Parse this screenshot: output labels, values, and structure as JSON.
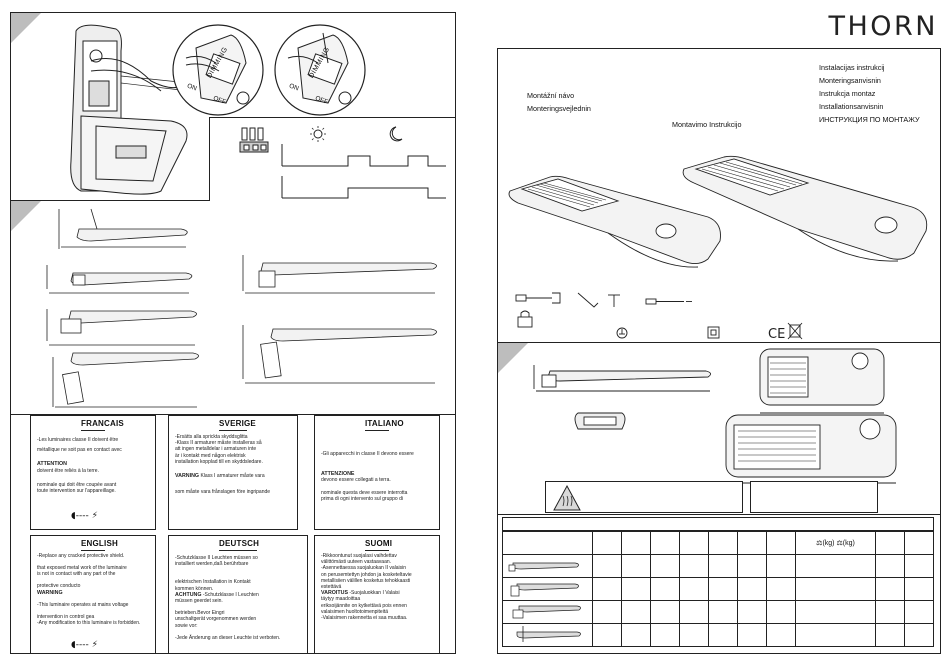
{
  "brand": "THORN",
  "titles": {
    "right": [
      "Instalacijas instrukcij",
      "Monteringsanvisnin",
      "Instrukcja montaz",
      "Installationsanvisnin",
      "ИНСТРУКЦИЯ ПО МОНТАЖУ"
    ],
    "left": [
      "Montážní návo",
      "Monteringsvejlednin"
    ],
    "mid": "Montavimo Instrukcijo"
  },
  "switch_labels": {
    "dimming": "DIMMING",
    "on": "ON",
    "off": "OFF"
  },
  "languages": [
    {
      "key": "francais",
      "title": "FRANCAIS",
      "lines": [
        "-Les luminaires classe II doivent être",
        "métallique ne soit pas en contact avec"
      ],
      "warn": "ATTENTION",
      "lines2": [
        "doivent être reliés à la terre."
      ],
      "lines3": [
        "nominale qui doit être coupée avant",
        "toute intervention sur l'appareillage."
      ]
    },
    {
      "key": "sverige",
      "title": "SVERIGE",
      "lines": [
        "-Ersätts alla sprickta skyddsglitta",
        "-Klass II armaturer måste installeras så",
        "att ingen metalldelar i armaturen inte",
        "är i kontakt med någon elektrisk",
        "installation kopplad till en skyddsledare."
      ],
      "warn": "VARNING",
      "warn_tail": "Klass I armaturer måste vara",
      "lines2": [],
      "lines3": [
        "som måste vara frånslagen före ingripande"
      ]
    },
    {
      "key": "italiano",
      "title": "ITALIANO",
      "lines": [
        "-Gli apparecchi in classe II devono essere"
      ],
      "warn": "ATTENZIONE",
      "lines2": [
        "devono essere collegati a terra."
      ],
      "lines3": [
        "nominale questa deve essere interrotta",
        "prima di ogni intervento sul gruppo di"
      ]
    },
    {
      "key": "english",
      "title": "ENGLISH",
      "lines": [
        "-Replace any cracked protective shield.",
        "",
        "that exposed metal work of the luminaire",
        "is not in contact with any part of the",
        "",
        "protective conducto"
      ],
      "warn": "WARNING",
      "lines2": [
        "-This luminaire operates at mains voltage",
        "",
        "intervention in control gea",
        "-Any modification to this luminaire is forbidden."
      ],
      "lines3": []
    },
    {
      "key": "deutsch",
      "title": "DEUTSCH",
      "lines": [
        "-Schutzklasse II Leuchten müssen so",
        "installiert werden,daß berührbare",
        "",
        "",
        "elektrischen Installation in Kontakt",
        "kommen können."
      ],
      "warn": "ACHTUNG",
      "warn_tail": "-Schutzklasse I Leuchten",
      "lines2": [
        "müssen geerdet sein."
      ],
      "lines3": [
        "betrieben.Bevor Eingri",
        "unschaltgerät vorgenommen werden",
        "sowie vor:",
        "",
        "-Jede Änderung an dieser Leuchte ist verboten."
      ]
    },
    {
      "key": "suomi",
      "title": "SUOMI",
      "lines": [
        "-Rikkoontunut suojalasi vaihdettav",
        "välittömästi uuteen vastaavaan.",
        "-Asennettaessa suojaluokan II valaisin",
        "on perusemtettyn johdon ja kosketeltavie",
        "metallisiien välillen kosketus tehokkaasti",
        "estettävä"
      ],
      "warn": "VAROITUS",
      "warn_tail": "-Suojaluokkan I Valaisi",
      "lines2": [
        "täytyy maadoittaa",
        "eriksoijännite on kytkettävä pois ennen",
        "valaisimen huoltotoimenpiteitä",
        "-Valaisimen rakennetta ei saa muuttaa."
      ],
      "lines3": []
    }
  ],
  "table": {
    "weight_label_1": "(kg)",
    "weight_label_2": "(kg)"
  }
}
